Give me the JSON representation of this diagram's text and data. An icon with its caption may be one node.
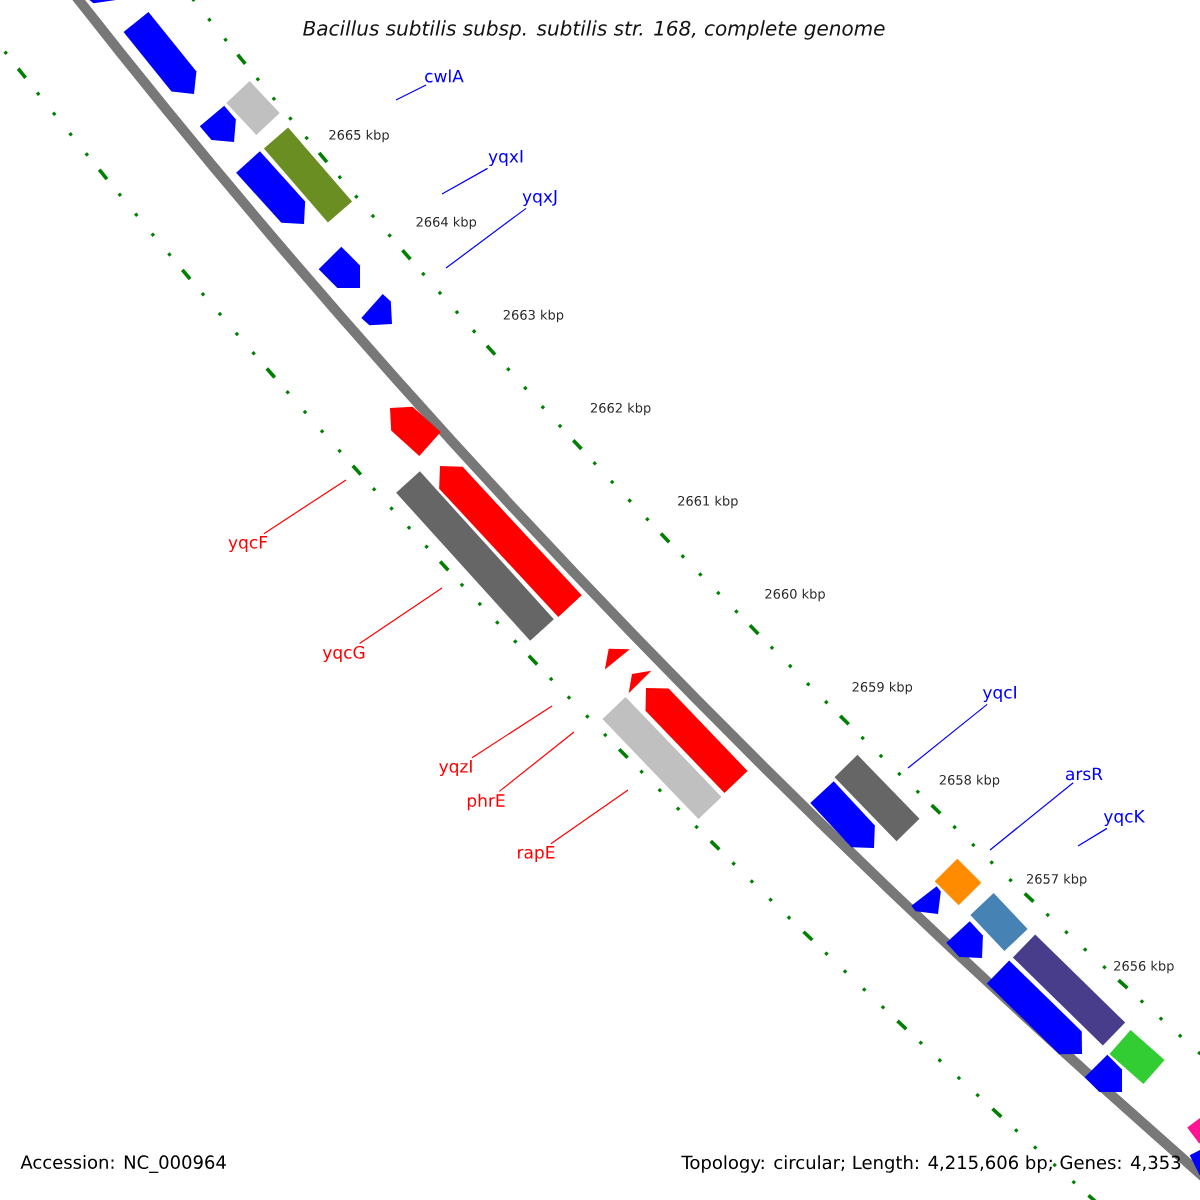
{
  "diagram": {
    "title": "Bacillus subtilis subsp. subtilis str. 168, complete genome",
    "nodes": [
      {
        "text": [
          "cwlA"
        ]
      },
      {
        "text": [
          "yqxI"
        ]
      },
      {
        "text": [
          "yqxJ"
        ]
      },
      {
        "text": [
          "yqcF"
        ]
      },
      {
        "text": [
          "yqcG"
        ]
      },
      {
        "text": [
          "yqcI"
        ]
      },
      {
        "text": [
          "yqzI"
        ]
      },
      {
        "text": [
          "arsR"
        ]
      },
      {
        "text": [
          "phrE"
        ]
      },
      {
        "text": [
          "yqcK"
        ]
      },
      {
        "text": [
          "rapE"
        ]
      }
    ],
    "edges": [
      {
        "from": 0,
        "to": null,
        "arrow": "none"
      },
      {
        "from": 1,
        "to": null,
        "arrow": "none"
      },
      {
        "from": 2,
        "to": null,
        "arrow": "none"
      },
      {
        "from": 3,
        "to": null,
        "arrow": "none",
        "color": "#ff0000"
      },
      {
        "from": 4,
        "to": null,
        "arrow": "none",
        "color": "#ff0000"
      },
      {
        "from": 5,
        "to": null,
        "arrow": "none"
      },
      {
        "from": 6,
        "to": null,
        "arrow": "none",
        "color": "#ff0000"
      },
      {
        "from": 7,
        "to": null,
        "arrow": "none"
      },
      {
        "from": 8,
        "to": null,
        "arrow": "none",
        "color": "#ff0000"
      },
      {
        "from": 9,
        "to": null,
        "arrow": "none"
      },
      {
        "from": 10,
        "to": null,
        "arrow": "none",
        "color": "#ff0000"
      }
    ],
    "labels": [
      "2665 kbp",
      "2664 kbp",
      "2663 kbp",
      "2662 kbp",
      "2661 kbp",
      "2660 kbp",
      "2659 kbp",
      "2658 kbp",
      "2657 kbp",
      "2656 kbp",
      "Accession: NC_000964",
      "Topology: circular; Length: 4,215,606 bp; Genes: 4,353"
    ]
  }
}
